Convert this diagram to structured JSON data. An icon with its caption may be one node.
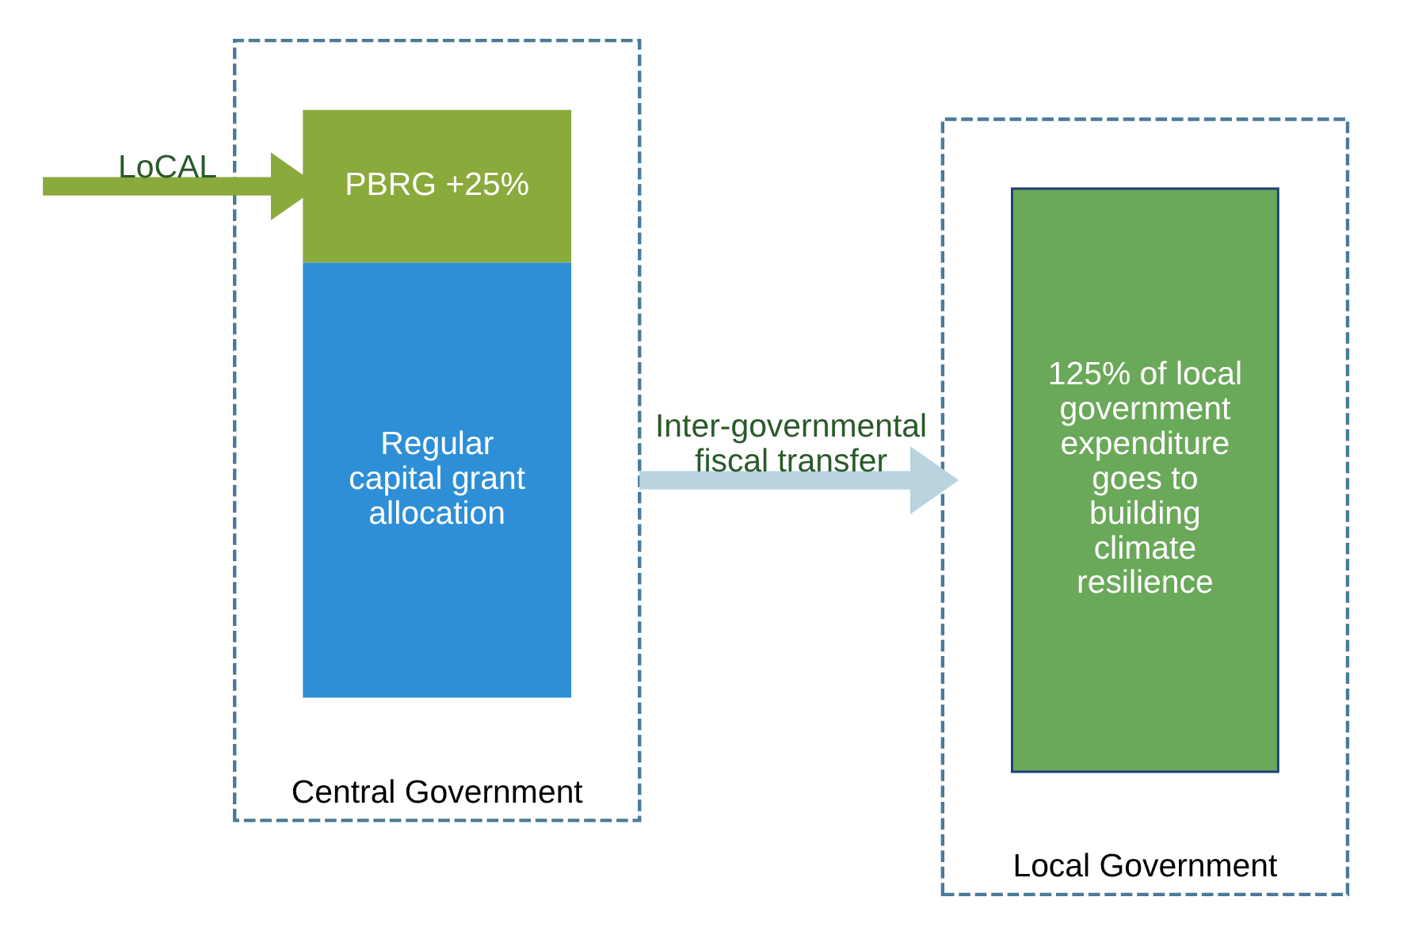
{
  "diagram": {
    "nodes": [
      {
        "text": [
          "Central Government"
        ]
      },
      {
        "text": [
          "PBRG +25%"
        ],
        "in": 0
      },
      {
        "text": [
          "Regular capital grant allocation"
        ],
        "in": 0
      },
      {
        "text": [
          "Local Government"
        ]
      },
      {
        "text": [
          "125% of local government expenditure goes to building climate resilience"
        ],
        "in": 3
      }
    ],
    "edges": [
      {
        "from": null,
        "to": 1,
        "arrow": "to",
        "label": "LoCAL",
        "color": "#8aaa3c"
      },
      {
        "from": 0,
        "to": 3,
        "arrow": "to",
        "label": "Inter-governmental fiscal transfer",
        "color": "#b9d3df"
      }
    ]
  }
}
